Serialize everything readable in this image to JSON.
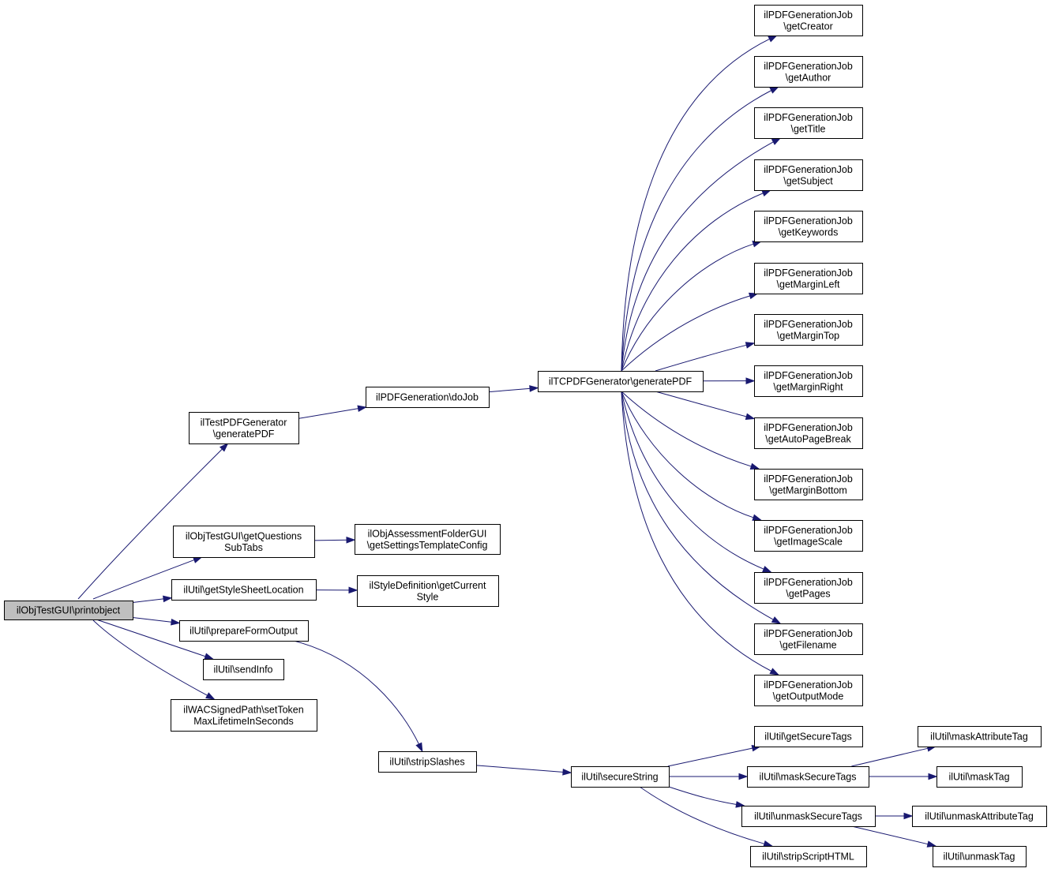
{
  "nodes": {
    "printobject": [
      "ilObjTestGUI\\printobject"
    ],
    "testpdf": [
      "ilTestPDFGenerator",
      "\\generatePDF"
    ],
    "dojob": [
      "ilPDFGeneration\\doJob"
    ],
    "tcpdf": [
      "ilTCPDFGenerator\\generatePDF"
    ],
    "getCreator": [
      "ilPDFGenerationJob",
      "\\getCreator"
    ],
    "getAuthor": [
      "ilPDFGenerationJob",
      "\\getAuthor"
    ],
    "getTitle": [
      "ilPDFGenerationJob",
      "\\getTitle"
    ],
    "getSubject": [
      "ilPDFGenerationJob",
      "\\getSubject"
    ],
    "getKeywords": [
      "ilPDFGenerationJob",
      "\\getKeywords"
    ],
    "getMarginLeft": [
      "ilPDFGenerationJob",
      "\\getMarginLeft"
    ],
    "getMarginTop": [
      "ilPDFGenerationJob",
      "\\getMarginTop"
    ],
    "getMarginRight": [
      "ilPDFGenerationJob",
      "\\getMarginRight"
    ],
    "getAutoPageBreak": [
      "ilPDFGenerationJob",
      "\\getAutoPageBreak"
    ],
    "getMarginBottom": [
      "ilPDFGenerationJob",
      "\\getMarginBottom"
    ],
    "getImageScale": [
      "ilPDFGenerationJob",
      "\\getImageScale"
    ],
    "getPages": [
      "ilPDFGenerationJob",
      "\\getPages"
    ],
    "getFilename": [
      "ilPDFGenerationJob",
      "\\getFilename"
    ],
    "getOutputMode": [
      "ilPDFGenerationJob",
      "\\getOutputMode"
    ],
    "getQuestionsSubTabs": [
      "ilObjTestGUI\\getQuestions",
      "SubTabs"
    ],
    "getSettingsTemplateConfig": [
      "ilObjAssessmentFolderGUI",
      "\\getSettingsTemplateConfig"
    ],
    "getStyleSheetLocation": [
      "ilUtil\\getStyleSheetLocation"
    ],
    "getCurrentStyle": [
      "ilStyleDefinition\\getCurrent",
      "Style"
    ],
    "prepareFormOutput": [
      "ilUtil\\prepareFormOutput"
    ],
    "sendInfo": [
      "ilUtil\\sendInfo"
    ],
    "setTokenMaxLifetime": [
      "ilWACSignedPath\\setToken",
      "MaxLifetimeInSeconds"
    ],
    "stripSlashes": [
      "ilUtil\\stripSlashes"
    ],
    "secureString": [
      "ilUtil\\secureString"
    ],
    "getSecureTags": [
      "ilUtil\\getSecureTags"
    ],
    "maskSecureTags": [
      "ilUtil\\maskSecureTags"
    ],
    "unmaskSecureTags": [
      "ilUtil\\unmaskSecureTags"
    ],
    "stripScriptHTML": [
      "ilUtil\\stripScriptHTML"
    ],
    "maskAttributeTag": [
      "ilUtil\\maskAttributeTag"
    ],
    "maskTag": [
      "ilUtil\\maskTag"
    ],
    "unmaskAttributeTag": [
      "ilUtil\\unmaskAttributeTag"
    ],
    "unmaskTag": [
      "ilUtil\\unmaskTag"
    ]
  },
  "highlighted_node": "printobject",
  "edges": [
    [
      "printobject",
      "testpdf"
    ],
    [
      "printobject",
      "getQuestionsSubTabs"
    ],
    [
      "printobject",
      "getStyleSheetLocation"
    ],
    [
      "printobject",
      "prepareFormOutput"
    ],
    [
      "printobject",
      "sendInfo"
    ],
    [
      "printobject",
      "setTokenMaxLifetime"
    ],
    [
      "testpdf",
      "dojob"
    ],
    [
      "dojob",
      "tcpdf"
    ],
    [
      "tcpdf",
      "getCreator"
    ],
    [
      "tcpdf",
      "getAuthor"
    ],
    [
      "tcpdf",
      "getTitle"
    ],
    [
      "tcpdf",
      "getSubject"
    ],
    [
      "tcpdf",
      "getKeywords"
    ],
    [
      "tcpdf",
      "getMarginLeft"
    ],
    [
      "tcpdf",
      "getMarginTop"
    ],
    [
      "tcpdf",
      "getMarginRight"
    ],
    [
      "tcpdf",
      "getAutoPageBreak"
    ],
    [
      "tcpdf",
      "getMarginBottom"
    ],
    [
      "tcpdf",
      "getImageScale"
    ],
    [
      "tcpdf",
      "getPages"
    ],
    [
      "tcpdf",
      "getFilename"
    ],
    [
      "tcpdf",
      "getOutputMode"
    ],
    [
      "getQuestionsSubTabs",
      "getSettingsTemplateConfig"
    ],
    [
      "getStyleSheetLocation",
      "getCurrentStyle"
    ],
    [
      "prepareFormOutput",
      "stripSlashes"
    ],
    [
      "stripSlashes",
      "secureString"
    ],
    [
      "secureString",
      "getSecureTags"
    ],
    [
      "secureString",
      "maskSecureTags"
    ],
    [
      "secureString",
      "unmaskSecureTags"
    ],
    [
      "secureString",
      "stripScriptHTML"
    ],
    [
      "maskSecureTags",
      "maskAttributeTag"
    ],
    [
      "maskSecureTags",
      "maskTag"
    ],
    [
      "unmaskSecureTags",
      "unmaskAttributeTag"
    ],
    [
      "unmaskSecureTags",
      "unmaskTag"
    ]
  ],
  "colors": {
    "edge": "#191970",
    "node_border": "#000000",
    "node_fill": "#ffffff",
    "highlighted_fill": "#bfbfbf"
  }
}
